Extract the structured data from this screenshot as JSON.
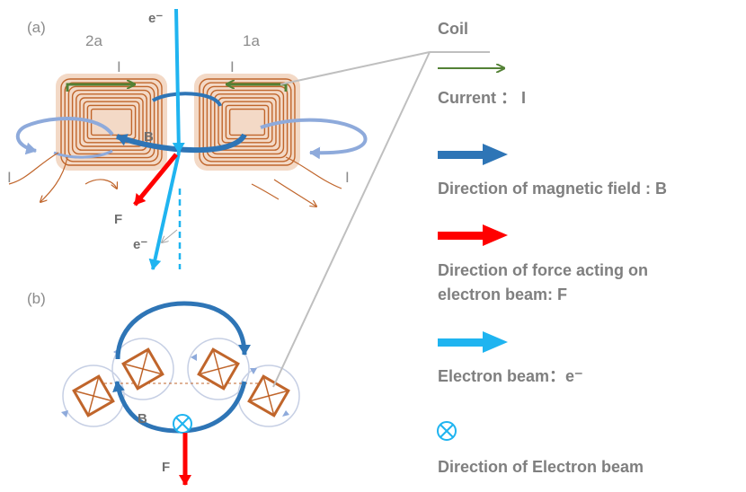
{
  "panel_a": {
    "label": "(a)",
    "coil_left_label": "2a",
    "coil_right_label": "1a",
    "current_label_left_top": "I",
    "current_label_right_top": "I",
    "current_label_left_side": "I",
    "current_label_right_side": "I",
    "field_label": "B",
    "force_label": "F",
    "electron_top": "e⁻",
    "electron_bottom": "e⁻"
  },
  "panel_b": {
    "label": "(b)",
    "field_label": "B",
    "force_label": "F"
  },
  "legend": {
    "coil": "Coil",
    "current": "Current ： I",
    "magnetic_field": "Direction of magnetic field : B",
    "force_line1": "Direction of  force acting on",
    "force_line2": "electron beam:  F",
    "electron_beam": "Electron beam：e⁻",
    "electron_direction": "Direction of Electron beam"
  },
  "colors": {
    "coil": "#c0652b",
    "current": "#538135",
    "magnetic_field": "#2e75b6",
    "field_light": "#8eaadb",
    "force": "#ff0000",
    "electron": "#1fb4f0",
    "pointer": "#bfbfbf",
    "text": "#7f7f7f"
  }
}
